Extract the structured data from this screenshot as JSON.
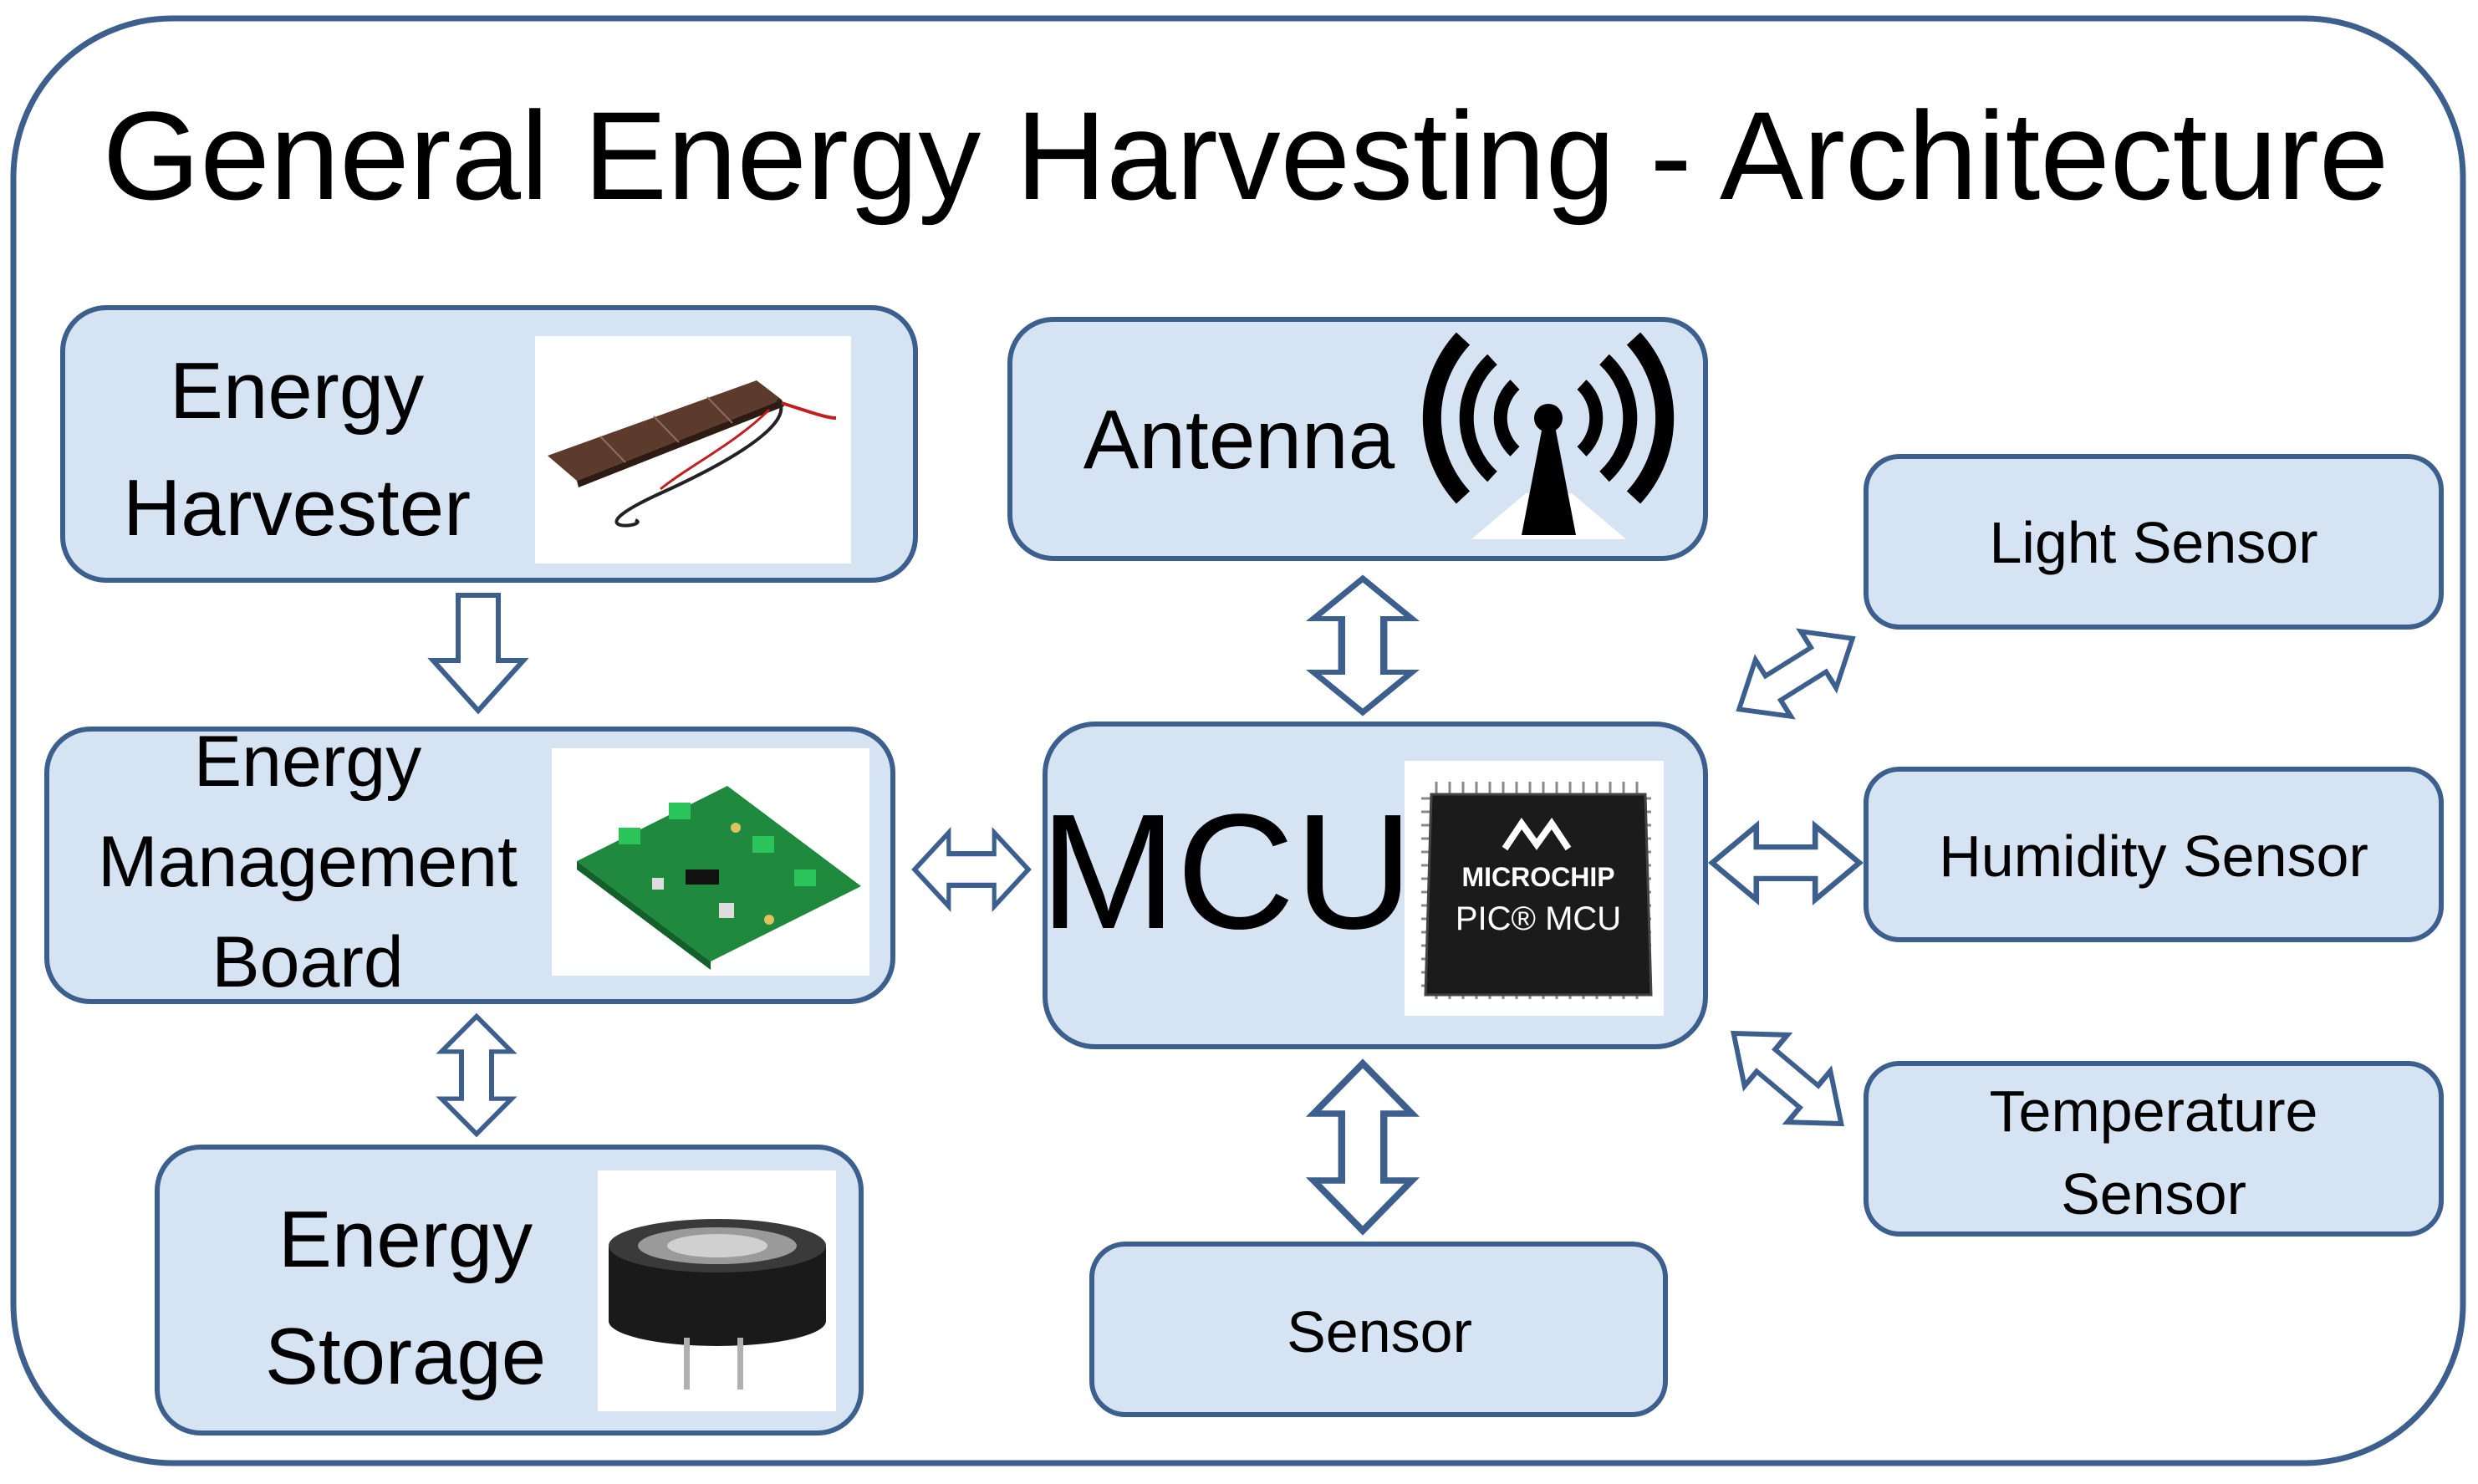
{
  "title": "General Energy Harvesting - Architecture",
  "blocks": {
    "harvester": {
      "line1": "Energy",
      "line2": "Harvester"
    },
    "management": {
      "line1": "Energy",
      "line2": "Management",
      "line3": "Board"
    },
    "storage": {
      "line1": "Energy",
      "line2": "Storage"
    },
    "antenna": {
      "label": "Antenna"
    },
    "mcu": {
      "label": "MCU",
      "chip_brand": "MICROCHIP",
      "chip_model": "PIC® MCU"
    },
    "sensor": {
      "label": "Sensor"
    },
    "light_sensor": {
      "label": "Light Sensor"
    },
    "humidity_sensor": {
      "label": "Humidity Sensor"
    },
    "temperature_sensor": {
      "line1": "Temperature",
      "line2": "Sensor"
    }
  },
  "icons": {
    "harvester": "solar-panel-photo",
    "management": "circuit-board-photo",
    "storage": "supercapacitor-photo",
    "antenna": "antenna-signal-icon",
    "mcu": "microchip-photo"
  },
  "colors": {
    "block_fill": "#d6e3f2",
    "block_stroke": "#3c5f8e",
    "arrow_stroke": "#3c5f8e"
  }
}
